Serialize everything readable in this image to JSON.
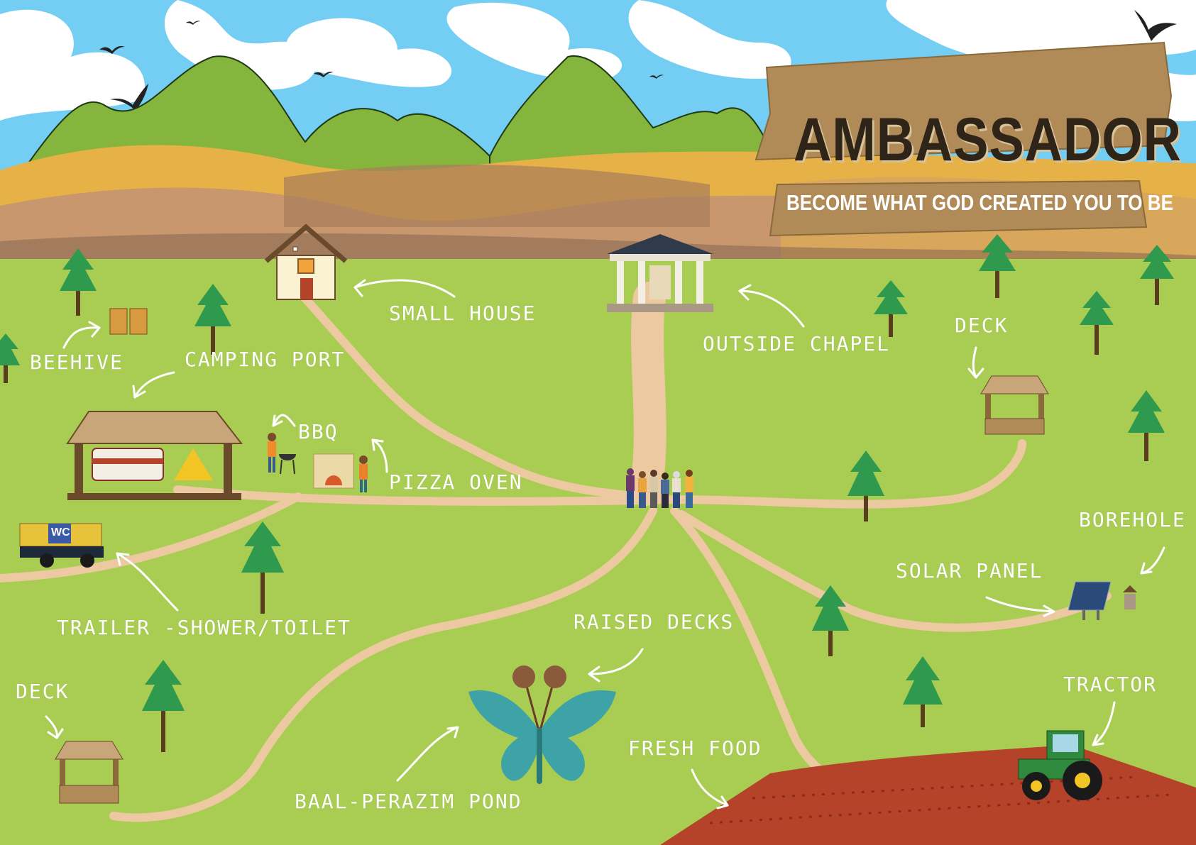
{
  "title": "AMBASSADOR",
  "subtitle": "BECOME WHAT GOD CREATED YOU TO BE",
  "labels": {
    "small_house": "SMALL HOUSE",
    "outside_chapel": "OUTSIDE CHAPEL",
    "deck_right": "DECK",
    "beehive": "BEEHIVE",
    "camping_port": "CAMPING PORT",
    "bbq": "BBQ",
    "pizza_oven": "PIZZA OVEN",
    "borehole": "BOREHOLE",
    "solar_panel": "SOLAR PANEL",
    "trailer": "TRAILER -SHOWER/TOILET",
    "raised_decks": "RAISED DECKS",
    "deck_left": "DECK",
    "tractor": "TRACTOR",
    "fresh_food": "FRESH FOOD",
    "pond": "BAAL-PERAZIM POND",
    "wc_sign": "WC"
  },
  "colors": {
    "sky": "#74cdf3",
    "grass": "#a9cc52",
    "path": "#ecc9a0",
    "hills": "#86b53e",
    "wood": "#b08b58",
    "soil": "#b5432a",
    "pond": "#3ea3a6"
  }
}
